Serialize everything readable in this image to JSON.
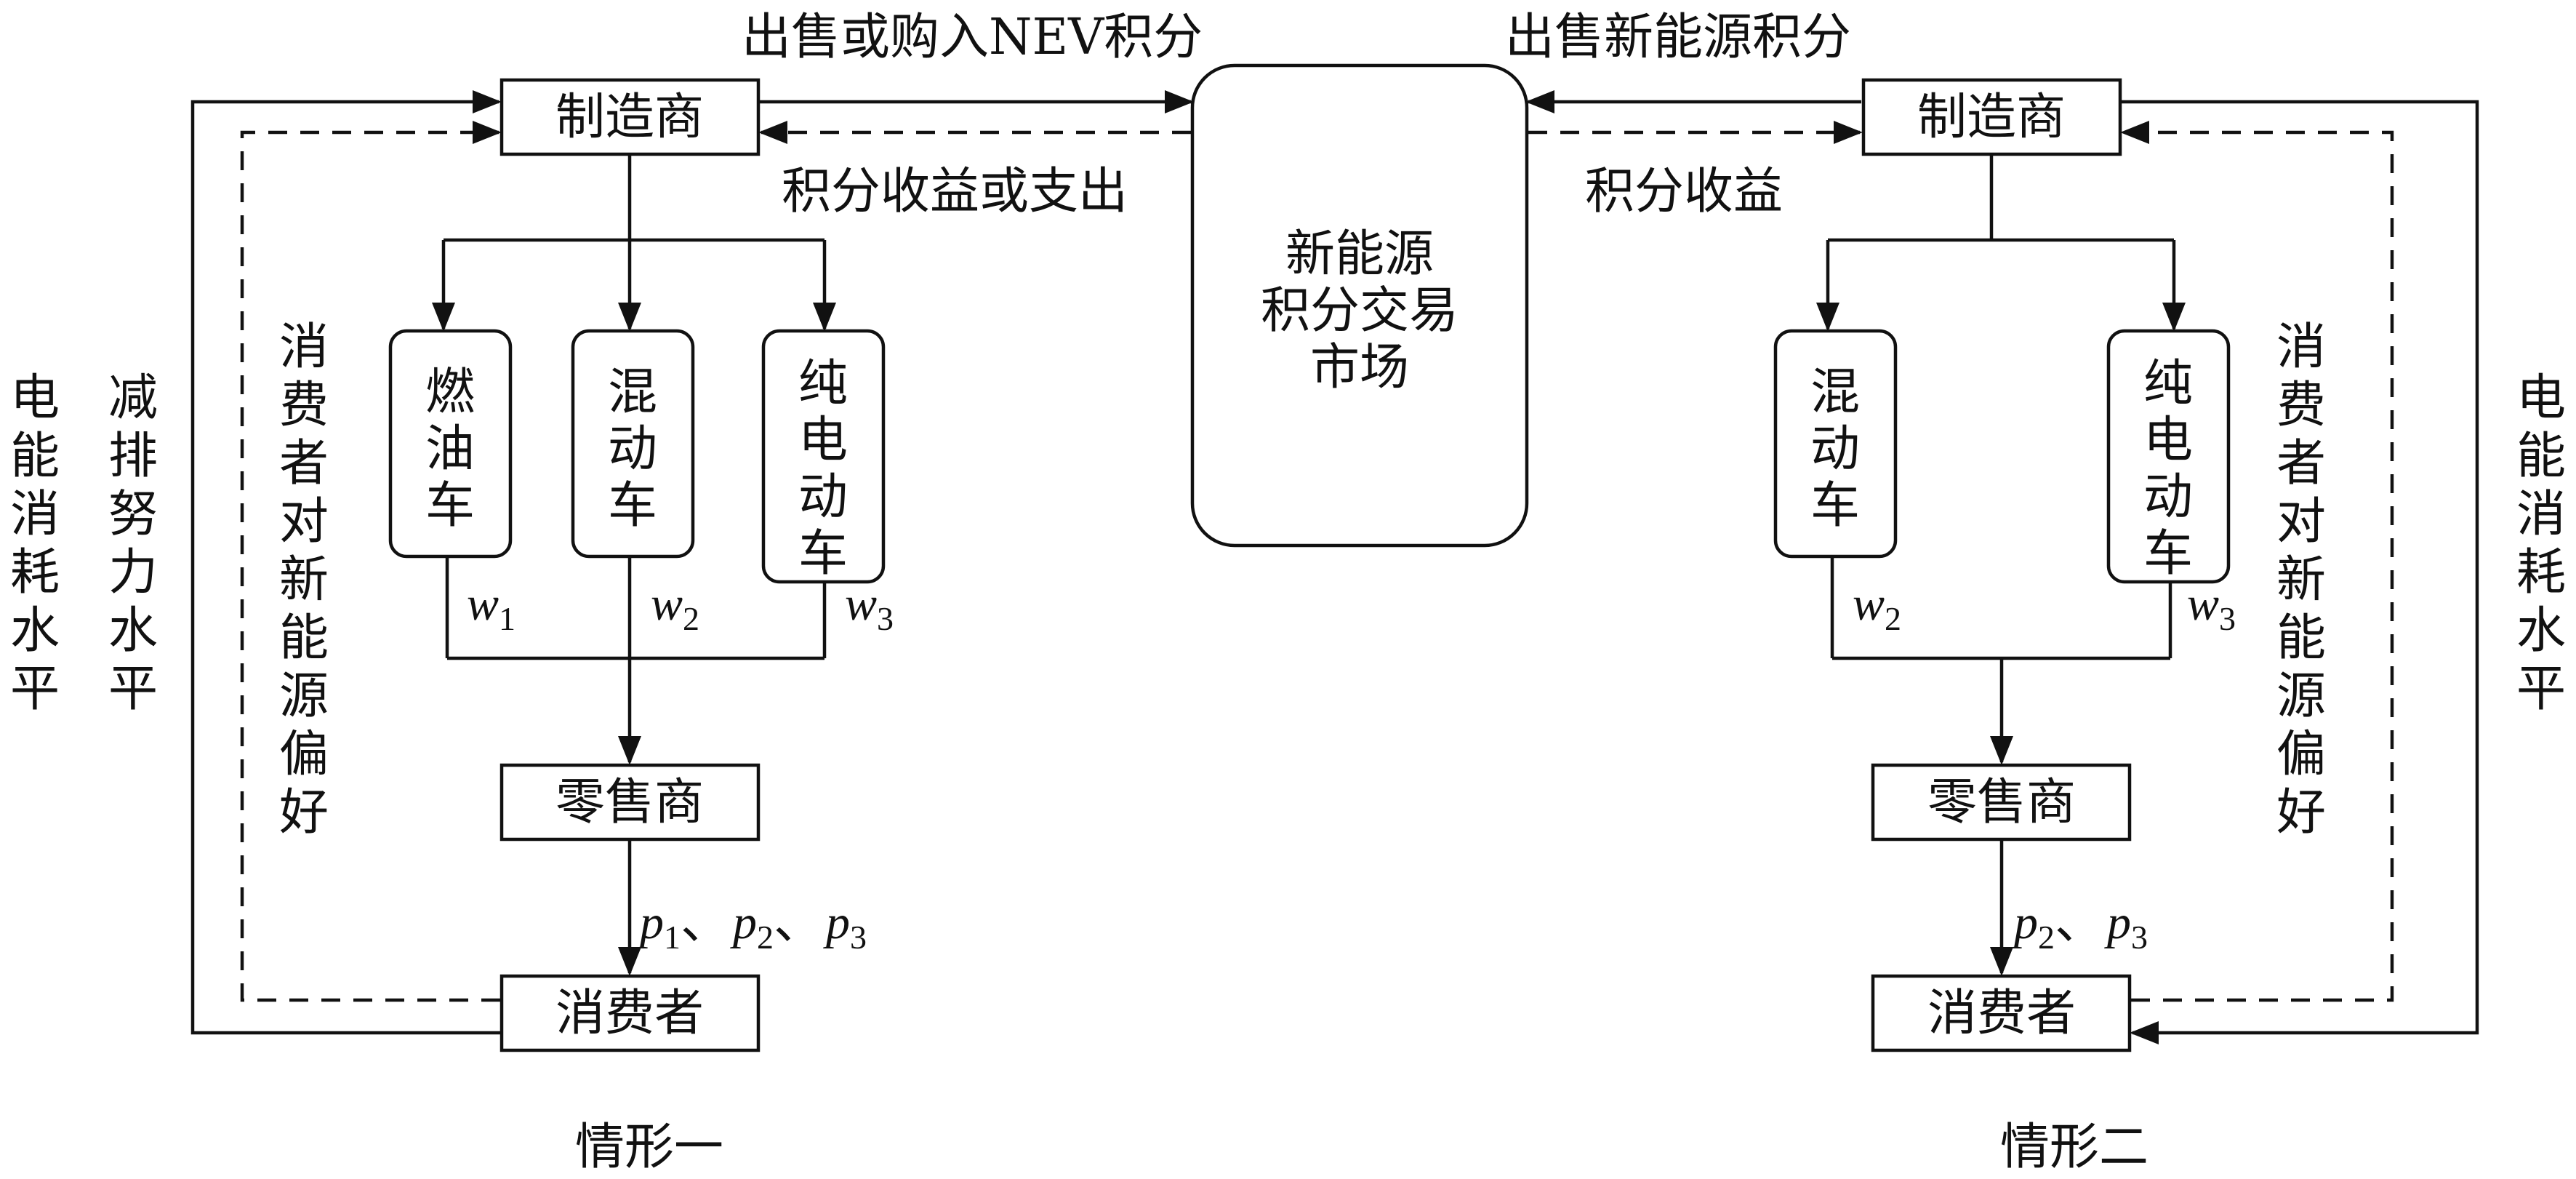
{
  "market": {
    "lines": [
      "新能源",
      "积分交易",
      "市场"
    ]
  },
  "top_labels": {
    "left_sell_buy": "出售或购入NEV积分",
    "left_income_expense": "积分收益或支出",
    "right_sell": "出售新能源积分",
    "right_income": "积分收益"
  },
  "scenario1": {
    "title": "情形一",
    "manufacturer": "制造商",
    "vehicles": [
      {
        "label": "燃油车",
        "wholesale_var": "w",
        "wholesale_sub": "1"
      },
      {
        "label": "混动车",
        "wholesale_var": "w",
        "wholesale_sub": "2"
      },
      {
        "label": "纯电动车",
        "wholesale_var": "w",
        "wholesale_sub": "3"
      }
    ],
    "retailer": "零售商",
    "consumer": "消费者",
    "retail_prices": [
      {
        "var": "p",
        "sub": "1"
      },
      {
        "var": "p",
        "sub": "2"
      },
      {
        "var": "p",
        "sub": "3"
      }
    ],
    "price_separator": "、",
    "side_labels": {
      "energy": "电能消耗水平",
      "emission": "减排努力水平",
      "preference": "消费者对新能源偏好"
    }
  },
  "scenario2": {
    "title": "情形二",
    "manufacturer": "制造商",
    "vehicles": [
      {
        "label": "混动车",
        "wholesale_var": "w",
        "wholesale_sub": "2"
      },
      {
        "label": "纯电动车",
        "wholesale_var": "w",
        "wholesale_sub": "3"
      }
    ],
    "retailer": "零售商",
    "consumer": "消费者",
    "retail_prices": [
      {
        "var": "p",
        "sub": "2"
      },
      {
        "var": "p",
        "sub": "3"
      }
    ],
    "price_separator": "、",
    "side_labels": {
      "energy": "电能消耗水平",
      "preference": "消费者对新能源偏好"
    }
  }
}
